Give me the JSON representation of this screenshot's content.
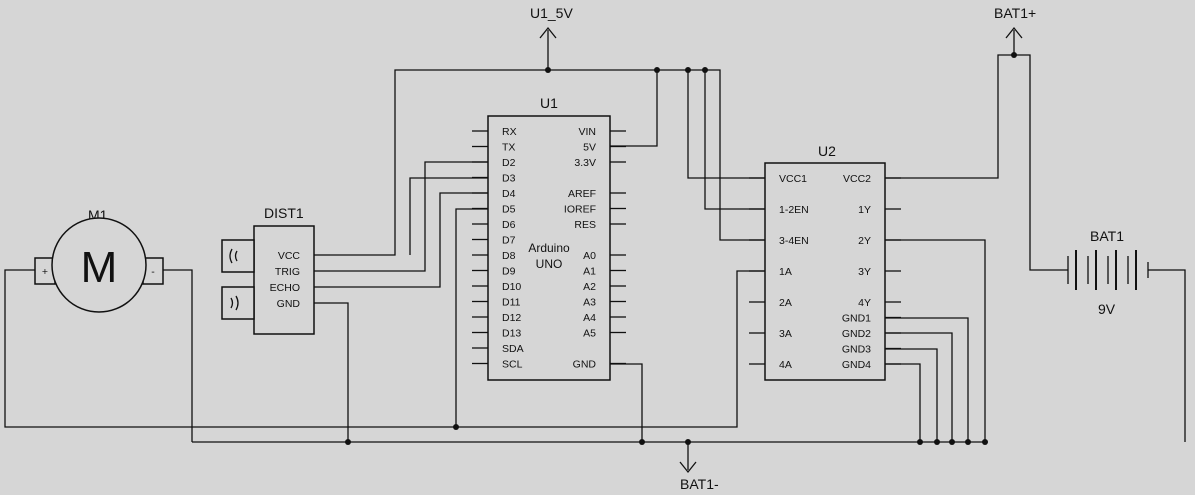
{
  "power": {
    "u1_5v": "U1_5V",
    "bat_pos": "BAT1+",
    "bat_neg": "BAT1-"
  },
  "motor": {
    "ref": "M1",
    "symbol": "M",
    "plus": "+",
    "minus": "-"
  },
  "sensor": {
    "ref": "DIST1",
    "pins": [
      "VCC",
      "TRIG",
      "ECHO",
      "GND"
    ]
  },
  "arduino": {
    "ref": "U1",
    "name_line1": "Arduino",
    "name_line2": "UNO",
    "left_pins": [
      "RX",
      "TX",
      "D2",
      "D3",
      "D4",
      "D5",
      "D6",
      "D7",
      "D8",
      "D9",
      "D10",
      "D11",
      "D12",
      "D13",
      "SDA",
      "SCL"
    ],
    "right_pins": [
      "VIN",
      "5V",
      "3.3V",
      "",
      "AREF",
      "IOREF",
      "RES",
      "",
      "A0",
      "A1",
      "A2",
      "A3",
      "A4",
      "A5",
      "",
      "GND"
    ]
  },
  "driver": {
    "ref": "U2",
    "left_pins": [
      "VCC1",
      "",
      "1-2EN",
      "",
      "3-4EN",
      "",
      "1A",
      "",
      "2A",
      "",
      "3A",
      "",
      "4A"
    ],
    "right_pins": [
      "VCC2",
      "",
      "1Y",
      "",
      "2Y",
      "",
      "3Y",
      "",
      "4Y",
      "GND1",
      "GND2",
      "GND3",
      "GND4"
    ]
  },
  "battery": {
    "ref": "BAT1",
    "value": "9V"
  }
}
